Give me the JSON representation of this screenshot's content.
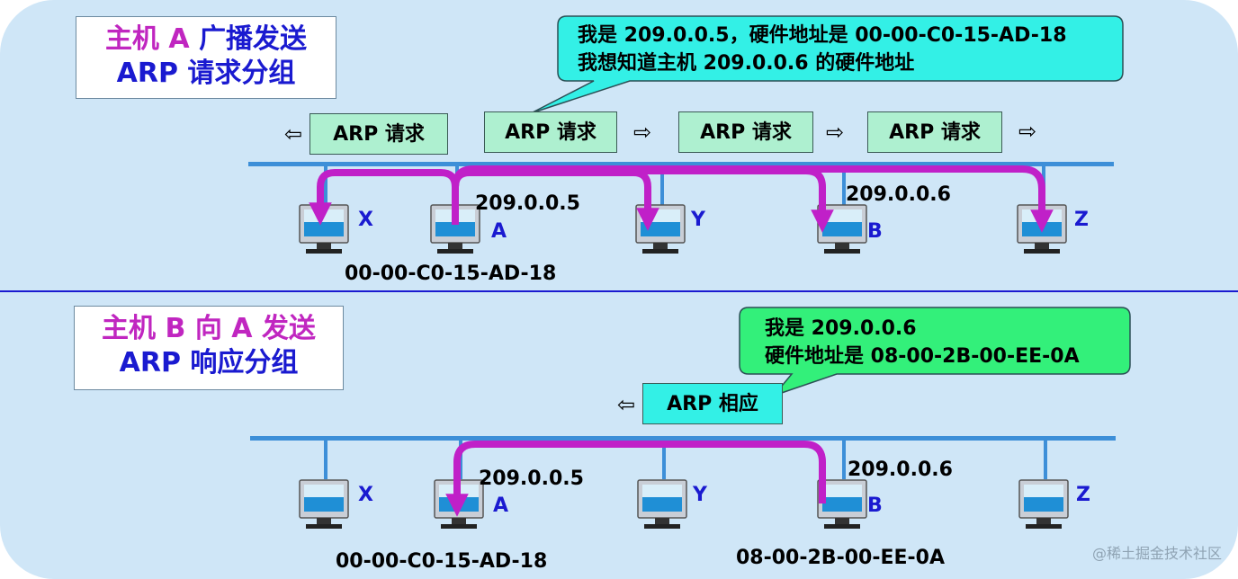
{
  "top": {
    "title_line1_part1": "主机 A",
    "title_line1_part2": "广播发送",
    "title_line2": "ARP 请求分组",
    "callout_line1": "我是 209.0.0.5，硬件地址是 00-00-C0-15-AD-18",
    "callout_line2": "我想知道主机 209.0.0.6 的硬件地址",
    "packet_label": "ARP 请求",
    "arrow_left": "⇦",
    "arrow_right": "⇨",
    "hosts": [
      "X",
      "A",
      "Y",
      "B",
      "Z"
    ],
    "ip_a": "209.0.0.5",
    "ip_b": "209.0.0.6",
    "mac_a": "00-00-C0-15-AD-18"
  },
  "bottom": {
    "title_line1_part1": "主机 B",
    "title_line1_part2": "向",
    "title_line1_part3": "A",
    "title_line1_part4": "发送",
    "title_line2": "ARP 响应分组",
    "callout_line1": "我是 209.0.0.6",
    "callout_line2": "硬件地址是 08-00-2B-00-EE-0A",
    "packet_label": "ARP 相应",
    "arrow_left": "⇦",
    "hosts": [
      "X",
      "A",
      "Y",
      "B",
      "Z"
    ],
    "ip_a": "209.0.0.5",
    "ip_b": "209.0.0.6",
    "mac_a": "00-00-C0-15-AD-18",
    "mac_b": "08-00-2B-00-EE-0A"
  },
  "watermark": "@稀土掘金技术社区",
  "colors": {
    "background": "#cfe6f7",
    "bus": "#3d8fd8",
    "arrow": "#c020c8",
    "request_tag": "#aef0d0",
    "response_tag": "#33f0e6",
    "top_callout": "#33f0e6",
    "bottom_callout": "#33f07a",
    "title_magenta": "#c026c0",
    "title_blue": "#1a1ad0"
  }
}
